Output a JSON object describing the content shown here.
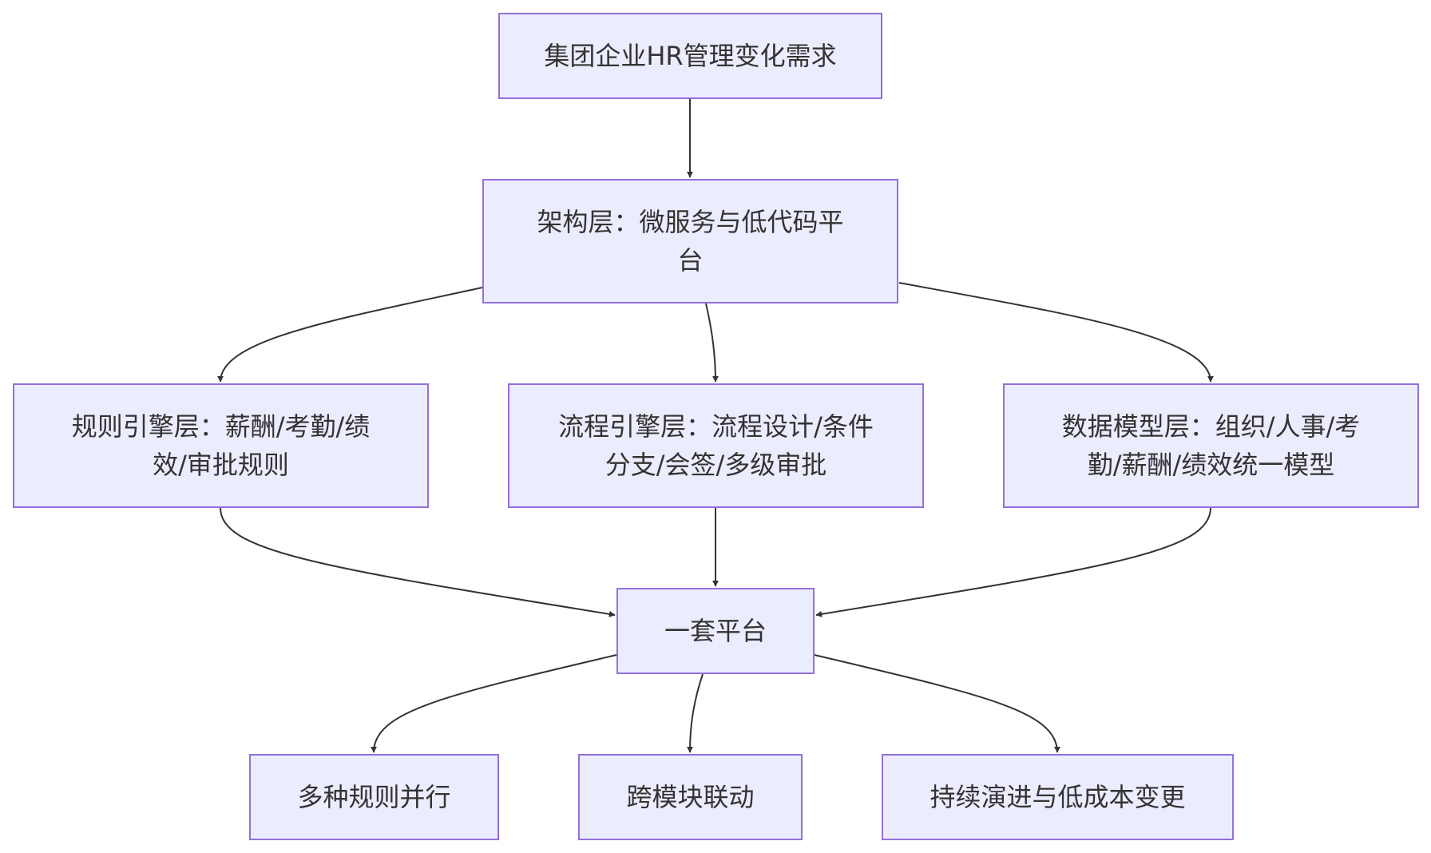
{
  "colors": {
    "node_fill": "#ececff",
    "node_border": "#9370db",
    "edge": "#333333",
    "text": "#333333"
  },
  "nodes": {
    "demand": {
      "label": "集团企业HR管理变化需求"
    },
    "architecture": {
      "label": "架构层：微服务与低代码平台"
    },
    "rules": {
      "label": "规则引擎层：薪酬/考勤/绩效/审批规则"
    },
    "workflow": {
      "label": "流程引擎层：流程设计/条件分支/会签/多级审批"
    },
    "datamodel": {
      "label": "数据模型层：组织/人事/考勤/薪酬/绩效统一模型"
    },
    "platform": {
      "label": "一套平台"
    },
    "parallel": {
      "label": "多种规则并行"
    },
    "linkage": {
      "label": "跨模块联动"
    },
    "evolution": {
      "label": "持续演进与低成本变更"
    }
  },
  "edges": [
    {
      "from": "demand",
      "to": "architecture"
    },
    {
      "from": "architecture",
      "to": "rules"
    },
    {
      "from": "architecture",
      "to": "workflow"
    },
    {
      "from": "architecture",
      "to": "datamodel"
    },
    {
      "from": "rules",
      "to": "platform"
    },
    {
      "from": "workflow",
      "to": "platform"
    },
    {
      "from": "datamodel",
      "to": "platform"
    },
    {
      "from": "platform",
      "to": "parallel"
    },
    {
      "from": "platform",
      "to": "linkage"
    },
    {
      "from": "platform",
      "to": "evolution"
    }
  ]
}
